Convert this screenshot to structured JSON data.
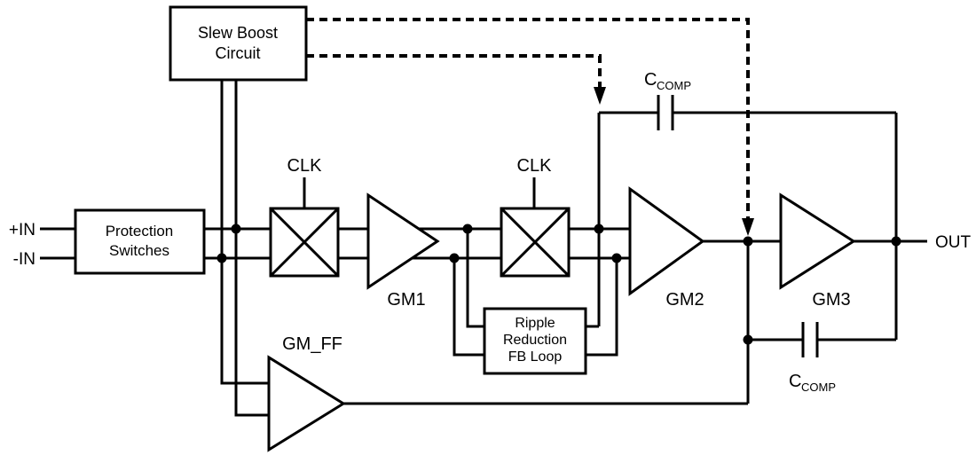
{
  "diagram": {
    "background": "#ffffff",
    "line_color": "#000000",
    "ports": {
      "in_pos": "+IN",
      "in_neg": "-IN",
      "out": "OUT"
    },
    "blocks": {
      "slew_boost": {
        "line1": "Slew Boost",
        "line2": "Circuit"
      },
      "protection_switches": {
        "line1": "Protection",
        "line2": "Switches"
      },
      "ripple_loop": {
        "line1": "Ripple",
        "line2": "Reduction",
        "line3": "FB Loop"
      }
    },
    "amplifiers": {
      "gm1": "GM1",
      "gm2": "GM2",
      "gm3": "GM3",
      "gm_ff": "GM_FF"
    },
    "clocks": {
      "input_chopper": "CLK",
      "output_chopper": "CLK"
    },
    "capacitor_label": {
      "symbol": "C",
      "subscript": "COMP"
    }
  }
}
